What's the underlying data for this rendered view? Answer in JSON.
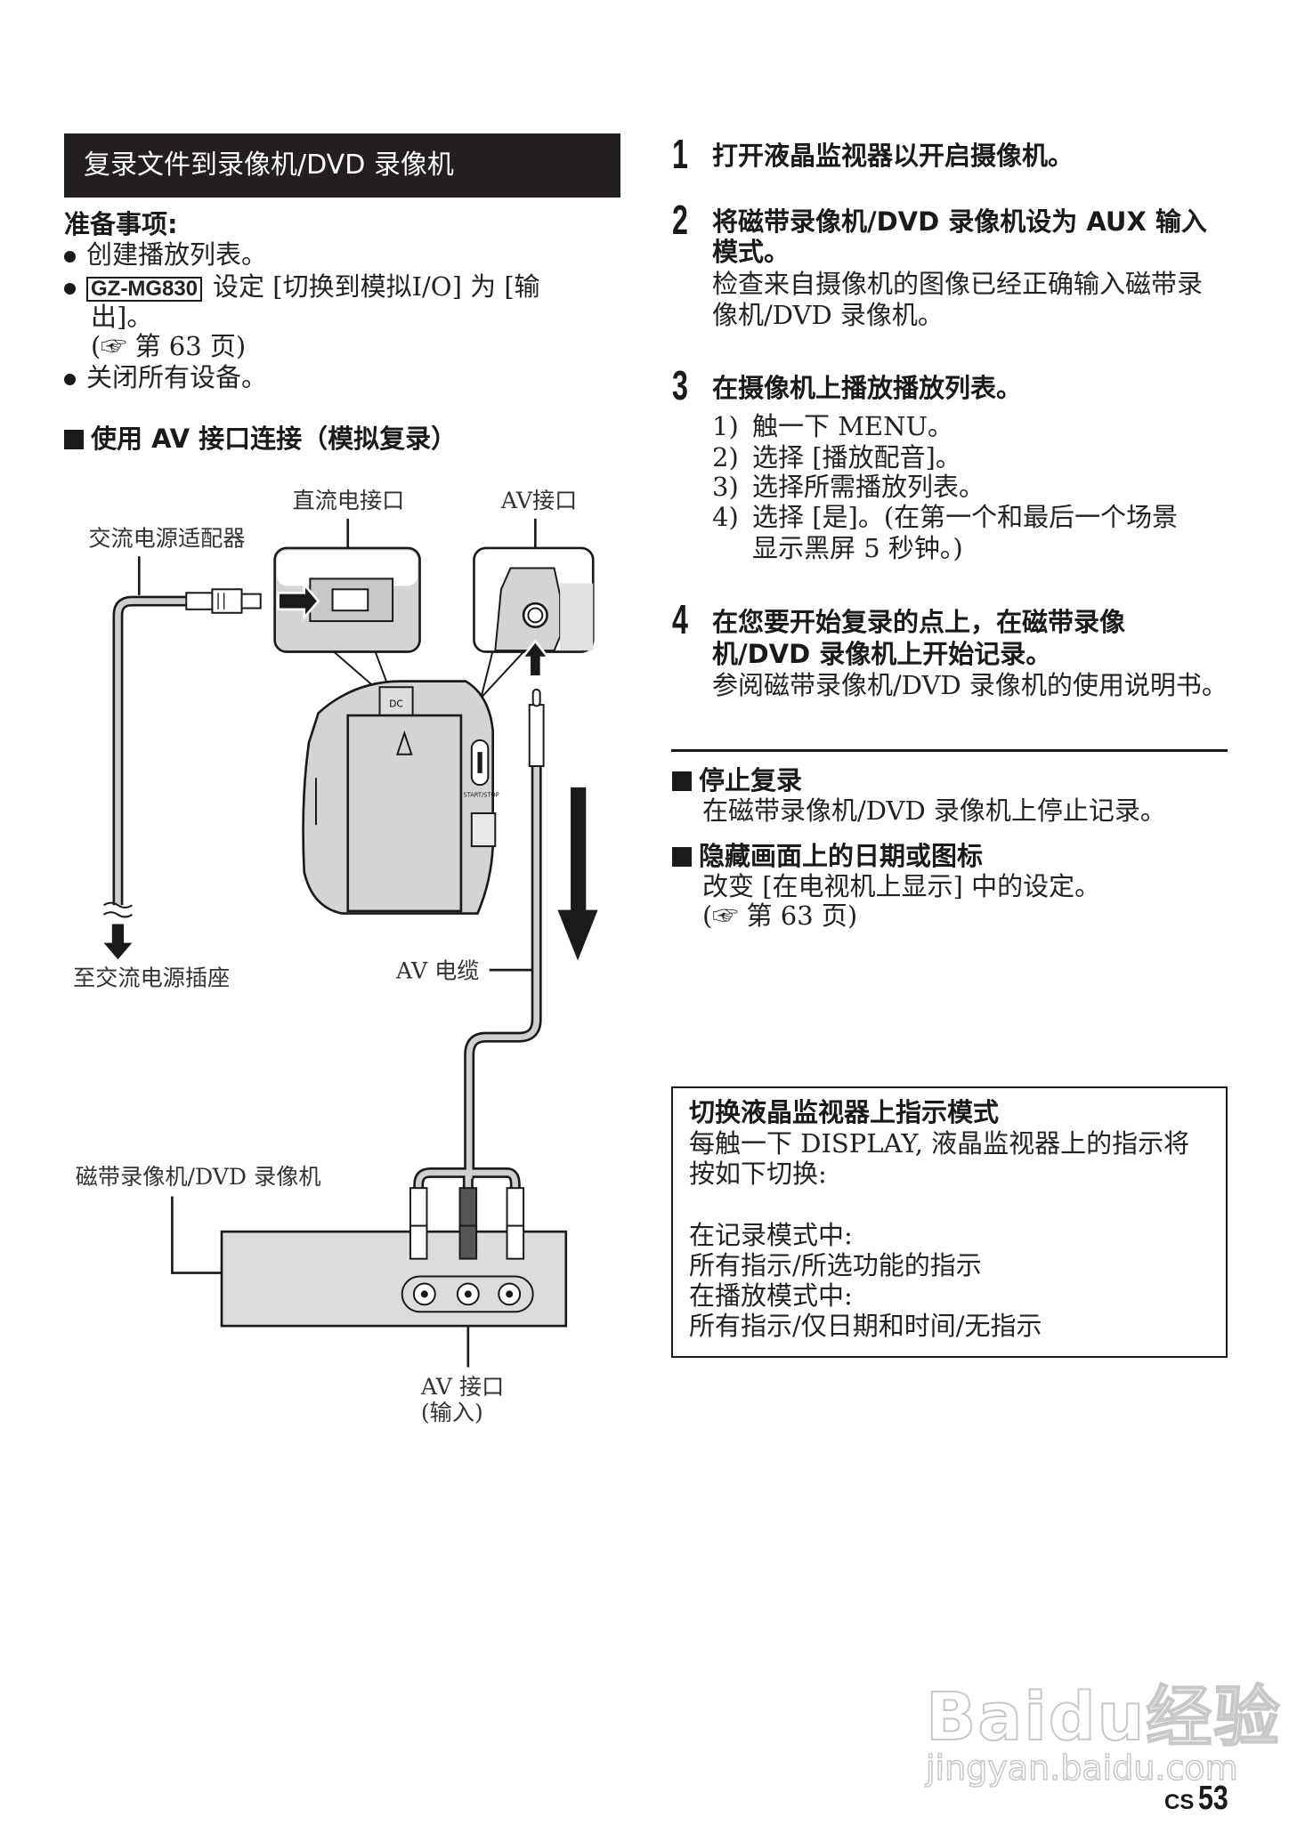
{
  "section_title": "复录文件到录像机/DVD 录像机",
  "preparation": {
    "heading": "准备事项:",
    "items": [
      "创建播放列表。",
      "关闭所有设备。"
    ],
    "model_badge": "GZ-MG830",
    "model_line1": "设定 [切换到模拟I/O] 为 [输",
    "model_line2": "出]。",
    "model_ref": "(☞ 第 63 页)"
  },
  "subsection": "使用 AV 接口连接（模拟复录）",
  "diagram": {
    "dc_jack": "直流电接口",
    "av_jack": "AV接口",
    "ac_adapter": "交流电源适配器",
    "to_outlet": "至交流电源插座",
    "av_cable": "AV 电缆",
    "vcr": "磁带录像机/DVD 录像机",
    "av_input_1": "AV 接口",
    "av_input_2": "(输入)",
    "dc_mark": "DC",
    "start_stop": "START/STOP"
  },
  "steps": [
    {
      "num": "1",
      "lines": [
        "打开液晶监视器以开启摄像机。"
      ]
    },
    {
      "num": "2",
      "lines": [
        "将磁带录像机/DVD 录像机设为 AUX 输入",
        "模式。"
      ],
      "note": [
        "检查来自摄像机的图像已经正确输入磁带录",
        "像机/DVD 录像机。"
      ]
    },
    {
      "num": "3",
      "lines": [
        "在摄像机上播放播放列表。"
      ],
      "sub": [
        {
          "n": "1)",
          "text": "触一下 MENU。"
        },
        {
          "n": "2)",
          "text": "选择 [播放配音]。"
        },
        {
          "n": "3)",
          "text": "选择所需播放列表。"
        },
        {
          "n": "4)",
          "text": "选择 [是]。(在第一个和最后一个场景"
        },
        {
          "n": "",
          "text": "显示黑屏 5 秒钟。)"
        }
      ]
    },
    {
      "num": "4",
      "lines": [
        "在您要开始复录的点上，在磁带录像",
        "机/DVD 录像机上开始记录。"
      ],
      "note": [
        "参阅磁带录像机/DVD 录像机的使用说明书。"
      ]
    }
  ],
  "tips": [
    {
      "title": "停止复录",
      "lines": [
        "在磁带录像机/DVD 录像机上停止记录。"
      ]
    },
    {
      "title": "隐藏画面上的日期或图标",
      "lines": [
        "改变 [在电视机上显示] 中的设定。",
        "(☞ 第 63 页)"
      ]
    }
  ],
  "info_box": {
    "title": "切换液晶监视器上指示模式",
    "lines": [
      "每触一下 DISPLAY, 液晶监视器上的指示将",
      "按如下切换:",
      "在记录模式中:",
      "所有指示/所选功能的指示",
      "在播放模式中:",
      "所有指示/仅日期和时间/无指示"
    ]
  },
  "footer": {
    "lang": "CS",
    "page": "53"
  },
  "watermark": {
    "logo": "Baidu经验",
    "url": "jingyan.baidu.com"
  }
}
